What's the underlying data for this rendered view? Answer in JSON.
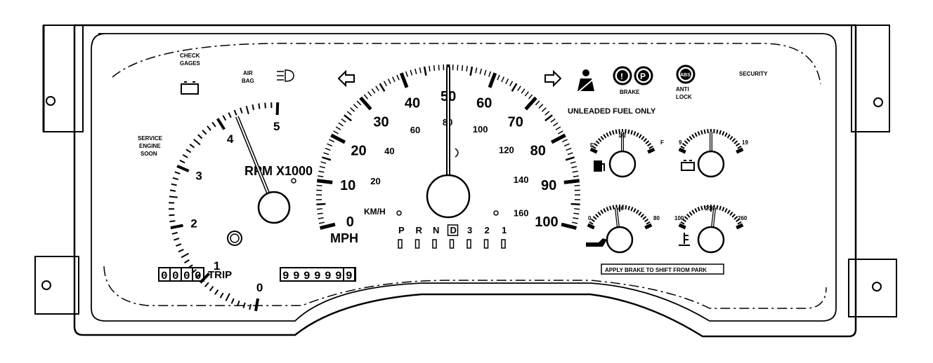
{
  "warning_labels": {
    "check_gages": [
      "CHECK",
      "GAGES"
    ],
    "air_bag": [
      "AIR",
      "BAG"
    ],
    "service_engine_soon": [
      "SERVICE",
      "ENGINE",
      "SOON"
    ],
    "brake": "BRAKE",
    "anti_lock": [
      "ANTI",
      "LOCK"
    ],
    "abs_badge": "ABS",
    "security": "SECURITY",
    "unleaded_fuel_only": "UNLEADED FUEL ONLY",
    "apply_brake": "APPLY BRAKE TO SHIFT FROM PARK"
  },
  "tachometer": {
    "label": "RPM X1000",
    "ticks": [
      "0",
      "1",
      "2",
      "3",
      "4",
      "5"
    ],
    "needle_value": 4.3
  },
  "speedometer": {
    "unit_mph": "MPH",
    "unit_kmh": "KM/H",
    "mph_ticks": [
      "0",
      "10",
      "20",
      "30",
      "40",
      "50",
      "60",
      "70",
      "80",
      "90",
      "100"
    ],
    "kmh_ticks": [
      "20",
      "40",
      "60",
      "80",
      "100",
      "120",
      "140",
      "160"
    ],
    "needle_mph": 50
  },
  "gear_selector": {
    "gears": [
      "P",
      "R",
      "N",
      "D",
      "3",
      "2",
      "1"
    ],
    "selected": "D"
  },
  "gauges": {
    "fuel": {
      "min_label": "E",
      "mid_label": "1/2",
      "max_label": "F",
      "needle_fraction": 0.5
    },
    "voltage": {
      "min_label": "9",
      "max_label": "19",
      "needle_fraction": 0.5
    },
    "oil_pressure": {
      "min_label": "0",
      "mid_label": "40",
      "max_label": "80",
      "needle_fraction": 0.45
    },
    "temperature": {
      "min_label": "100",
      "mid_label": "210",
      "max_label": "260",
      "needle_fraction": 0.55
    }
  },
  "odometer": {
    "trip_digits": [
      "0",
      "0",
      "0",
      "0"
    ],
    "trip_label": "TRIP",
    "total_digits": [
      "9",
      "9",
      "9",
      "9",
      "9",
      "9",
      "9"
    ]
  },
  "icons": [
    "left-turn-arrow-icon",
    "right-turn-arrow-icon",
    "seatbelt-icon",
    "brake-warning-icon",
    "park-brake-icon",
    "abs-icon",
    "battery-icon",
    "airbag-headlamp-icon",
    "fuel-pump-icon",
    "oil-can-icon",
    "coolant-thermometer-icon"
  ]
}
